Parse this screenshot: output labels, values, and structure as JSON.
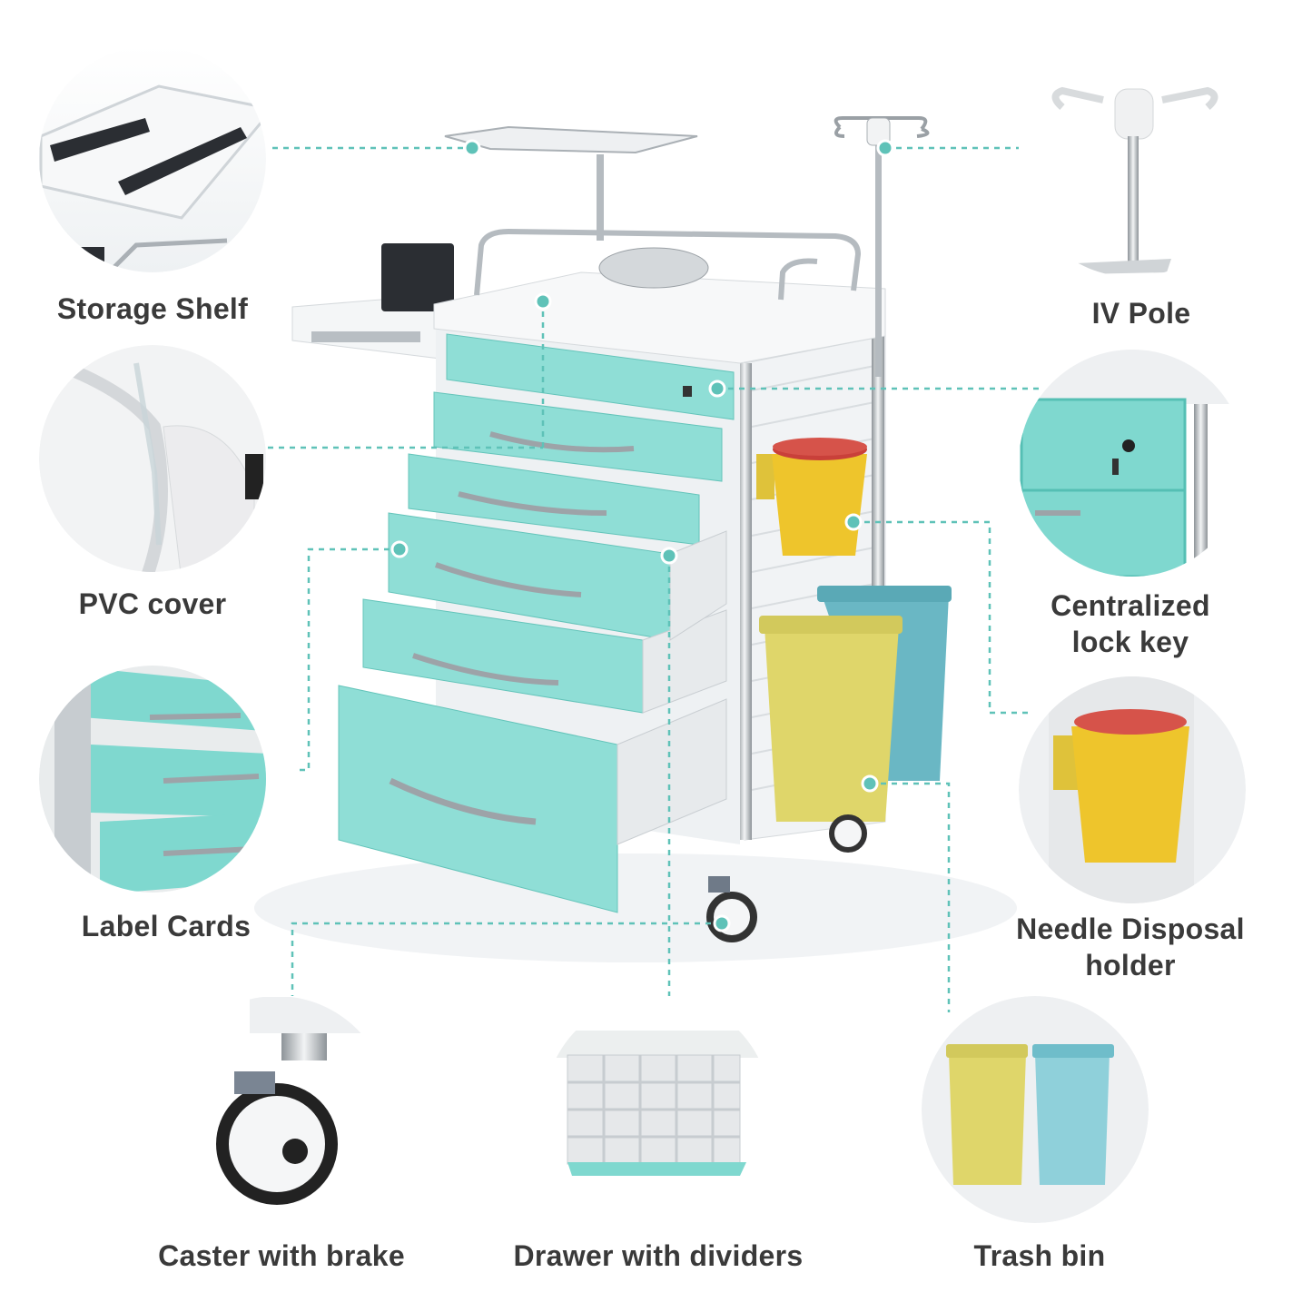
{
  "colors": {
    "accent": "#7fd8cf",
    "drawer": "#8fded6",
    "drawer_dark": "#5cc6bb",
    "text": "#3a3a3a",
    "leader": "#5fc2b8",
    "yellow_bin": "#dfd66a",
    "blue_bin": "#6ab7c4",
    "sharps_yellow": "#eec52c",
    "sharps_red": "#c9403a"
  },
  "features": {
    "storage_shelf": "Storage Shelf",
    "pvc_cover": "PVC cover",
    "label_cards": "Label Cards",
    "iv_pole": "IV Pole",
    "lock_key": "Centralized lock key",
    "needle_holder": "Needle Disposal holder",
    "caster": "Caster with brake",
    "dividers": "Drawer with dividers",
    "trash": "Trash bin"
  }
}
